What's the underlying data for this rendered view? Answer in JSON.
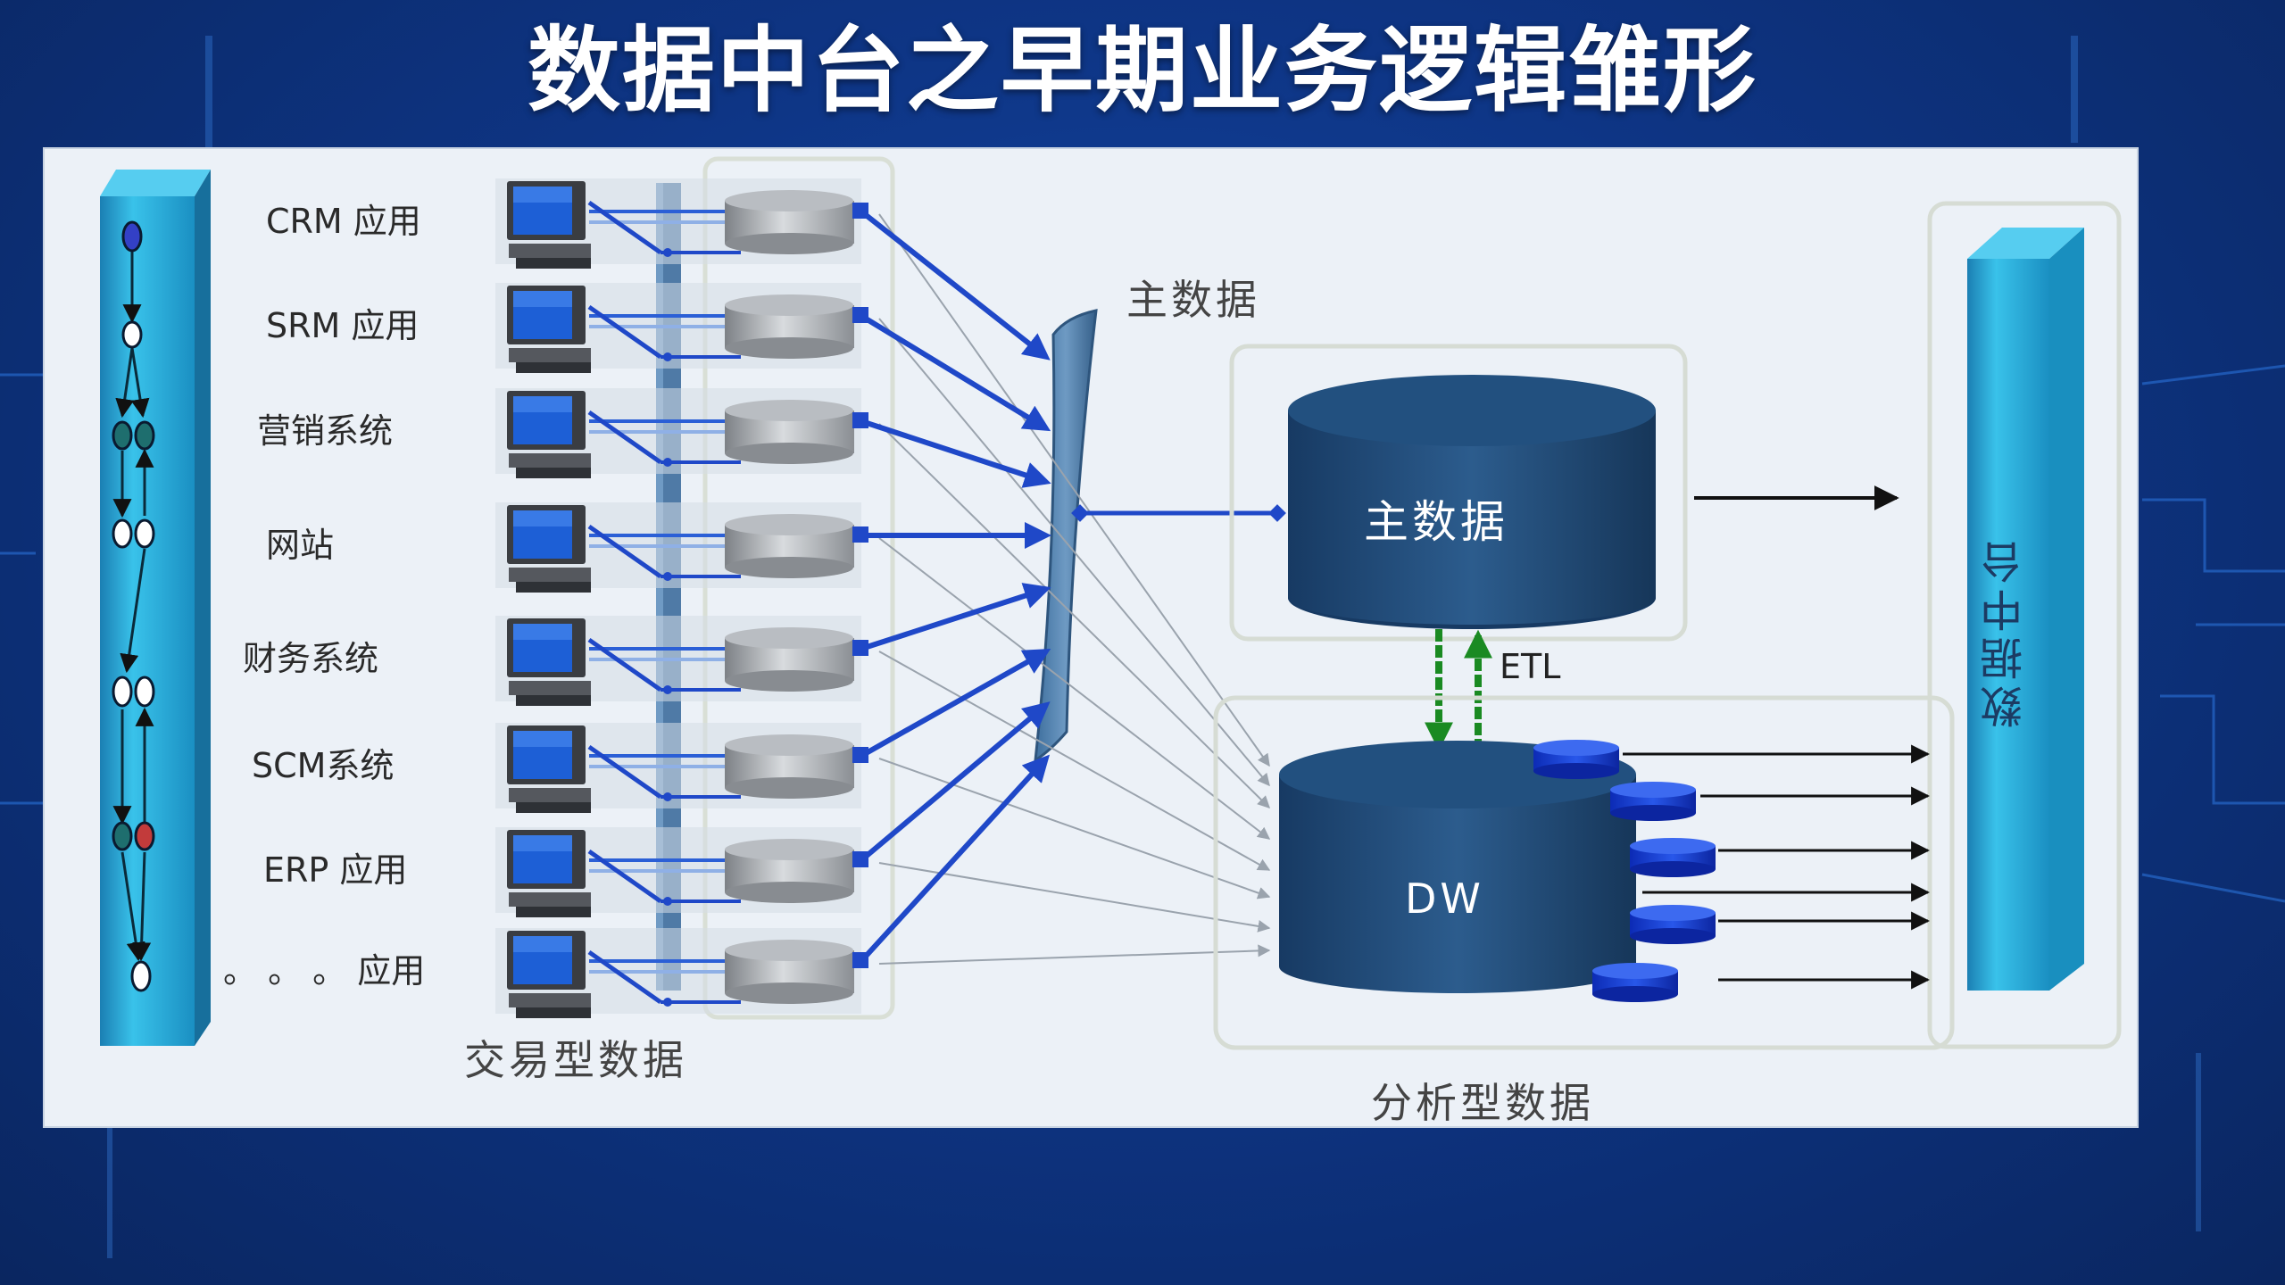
{
  "slide": {
    "title": "数据中台之早期业务逻辑雏形"
  },
  "diagram": {
    "apps": [
      {
        "label": "CRM 应用"
      },
      {
        "label": "SRM 应用"
      },
      {
        "label": "营销系统"
      },
      {
        "label": "网站"
      },
      {
        "label": "财务系统"
      },
      {
        "label": "SCM系统"
      },
      {
        "label": "ERP 应用"
      },
      {
        "label": "。 。 。  应用"
      }
    ],
    "transactional_label": "交易型数据",
    "master_data_label": "主数据",
    "master_db_label": "主数据",
    "etl_label": "ETL",
    "dw_label": "DW",
    "analytical_label": "分析型数据",
    "data_platform_label": "数据中台"
  },
  "colors": {
    "background": "#0b2a6b",
    "panel": "#ecf1f7",
    "arrow_blue": "#1f48c8",
    "etl_green": "#1a8a22",
    "db_dark": "#1d4674",
    "bar_cyan": "#2bb6e0"
  }
}
